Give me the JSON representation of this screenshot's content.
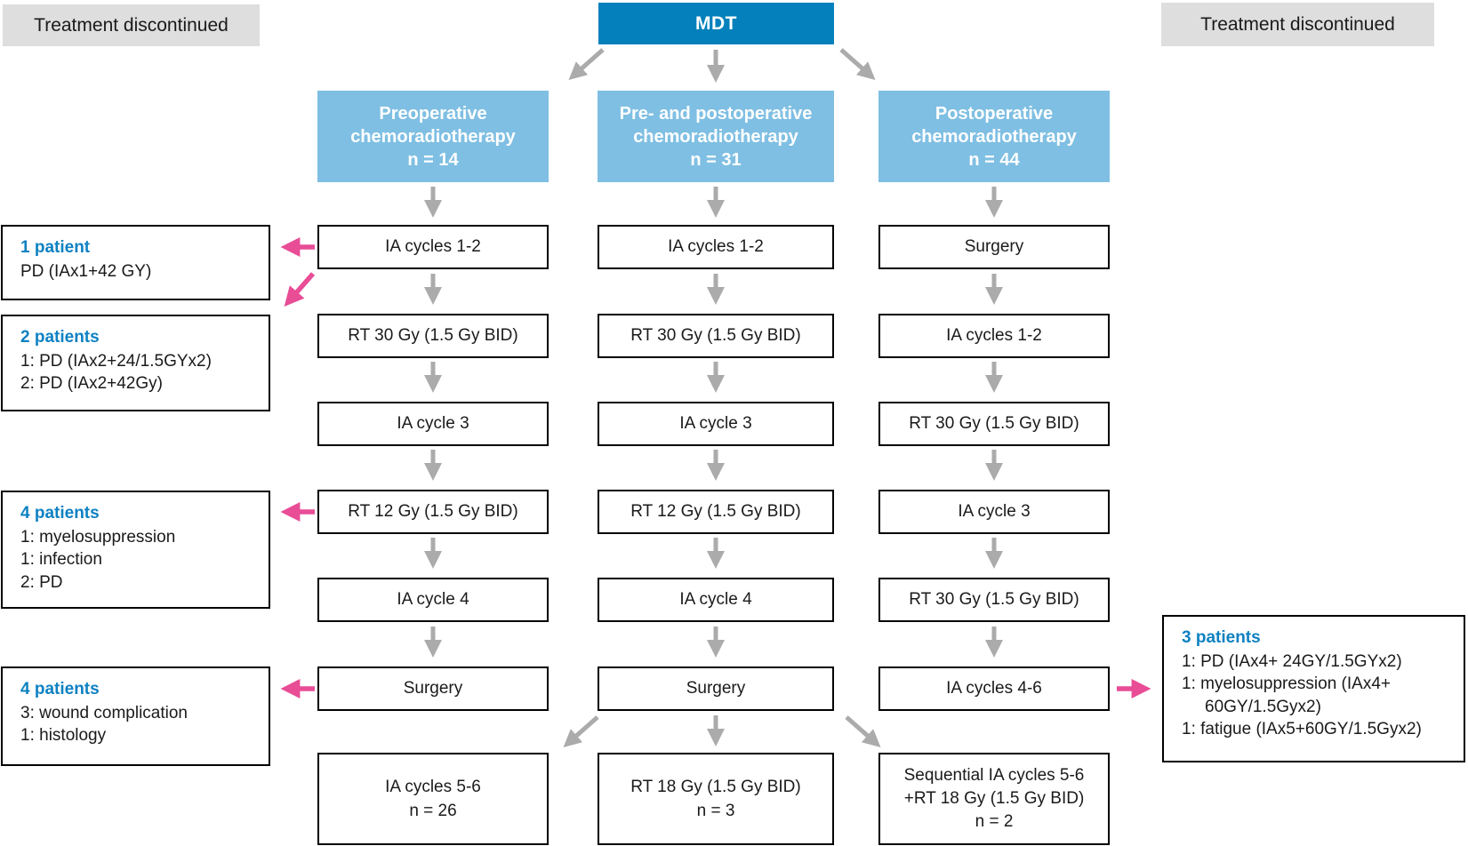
{
  "palette": {
    "dark_blue": "#0480BC",
    "light_blue": "#7FBFE3",
    "gray_label_bg": "#DEDEDE",
    "arrow_gray": "#ABABAB",
    "arrow_pink": "#E84D96",
    "accent_blue_text": "#0E81C2"
  },
  "labels": {
    "treatment_discontinued_left": "Treatment discontinued",
    "treatment_discontinued_right": "Treatment discontinued",
    "mdt": "MDT"
  },
  "columns": [
    {
      "header_lines": [
        "Preoperative",
        "chemoradiotherapy",
        "n = 14"
      ],
      "steps": [
        "IA cycles 1-2",
        "RT 30 Gy (1.5 Gy BID)",
        "IA cycle 3",
        "RT 12 Gy (1.5 Gy BID)",
        "IA cycle 4",
        "Surgery"
      ],
      "final_lines": [
        "IA cycles 5-6",
        "n = 26"
      ]
    },
    {
      "header_lines": [
        "Pre- and postoperative",
        "chemoradiotherapy",
        "n = 31"
      ],
      "steps": [
        "IA cycles 1-2",
        "RT 30 Gy (1.5 Gy BID)",
        "IA cycle 3",
        "RT 12 Gy (1.5 Gy BID)",
        "IA cycle 4",
        "Surgery"
      ],
      "final_lines": [
        "RT 18 Gy (1.5 Gy BID)",
        "n = 3"
      ]
    },
    {
      "header_lines": [
        "Postoperative",
        "chemoradiotherapy",
        "n = 44"
      ],
      "steps": [
        "Surgery",
        "IA cycles 1-2",
        "RT 30 Gy (1.5 Gy BID)",
        "IA cycle 3",
        "RT 30 Gy (1.5 Gy BID)",
        "IA cycles 4-6"
      ],
      "final_lines": [
        "Sequential IA cycles 5-6",
        "+RT 18 Gy (1.5 Gy BID)",
        "n = 2"
      ]
    }
  ],
  "discontinued_boxes": {
    "left": [
      {
        "title": "1 patient",
        "lines": [
          "PD (IAx1+42 GY)"
        ]
      },
      {
        "title": "2 patients",
        "lines": [
          "1: PD (IAx2+24/1.5GYx2)",
          "2: PD (IAx2+42Gy)"
        ]
      },
      {
        "title": "4 patients",
        "lines": [
          "1: myelosuppression",
          "1: infection",
          "2: PD"
        ]
      },
      {
        "title": "4 patients",
        "lines": [
          "3: wound complication",
          "1: histology"
        ]
      }
    ],
    "right": {
      "title": "3 patients",
      "lines": [
        "1: PD (IAx4+ 24GY/1.5GYx2)",
        "1: myelosuppression (IAx4+",
        "60GY/1.5Gyx2)",
        "1: fatigue (IAx5+60GY/1.5Gyx2)"
      ]
    }
  }
}
